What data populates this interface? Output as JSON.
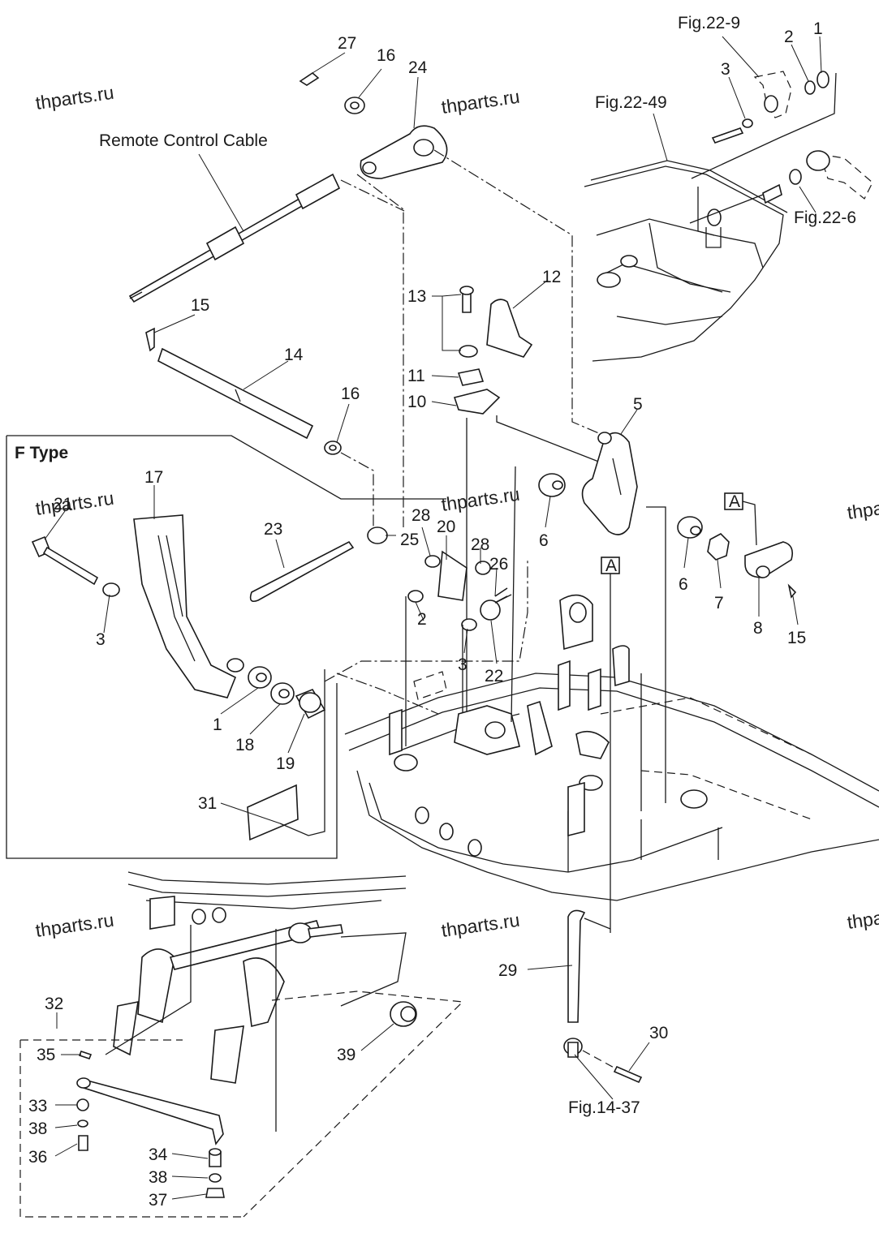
{
  "watermarks": [
    "thparts.ru",
    "thparts.ru",
    "thparts.ru",
    "thparts.ru",
    "thparts.ru",
    "thpa",
    "thpa"
  ],
  "references": {
    "fig22_9": "Fig.22-9",
    "fig22_49": "Fig.22-49",
    "fig22_6": "Fig.22-6",
    "fig14_37": "Fig.14-37",
    "remote_cable": "Remote Control Cable"
  },
  "inset_title": "F Type",
  "box_tag": "A",
  "callouts": {
    "c1_top": "1",
    "c2_top": "2",
    "c3_top": "3",
    "c27": "27",
    "c16_top": "16",
    "c24": "24",
    "c15_left": "15",
    "c14": "14",
    "c16_mid": "16",
    "c13": "13",
    "c12": "12",
    "c11": "11",
    "c10": "10",
    "c5": "5",
    "c17": "17",
    "c21": "21",
    "c3_inset": "3",
    "c1_inset": "1",
    "c18": "18",
    "c19": "19",
    "c31": "31",
    "c23": "23",
    "c28_l": "28",
    "c25": "25",
    "c20": "20",
    "c28_r": "28",
    "c26": "26",
    "c2_mid": "2",
    "c3_mid": "3",
    "c22": "22",
    "c6_a": "6",
    "c6_b": "6",
    "c7": "7",
    "c8": "8",
    "c15_right": "15",
    "c29": "29",
    "c30": "30",
    "c32": "32",
    "c35": "35",
    "c33": "33",
    "c38_l": "38",
    "c36": "36",
    "c34": "34",
    "c38_b": "38",
    "c37": "37",
    "c39": "39"
  }
}
